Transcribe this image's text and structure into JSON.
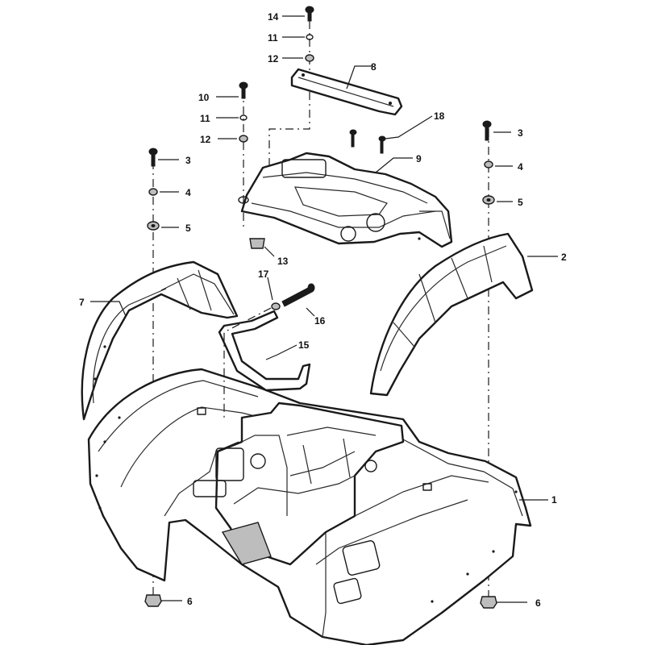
{
  "callouts": {
    "c1": "1",
    "c2": "2",
    "c3a": "3",
    "c3b": "3",
    "c4a": "4",
    "c4b": "4",
    "c5a": "5",
    "c5b": "5",
    "c6a": "6",
    "c6b": "6",
    "c7": "7",
    "c8": "8",
    "c9": "9",
    "c10": "10",
    "c11a": "11",
    "c11b": "11",
    "c12a": "12",
    "c12b": "12",
    "c13": "13",
    "c14": "14",
    "c15": "15",
    "c16": "16",
    "c17": "17",
    "c18": "18"
  },
  "colors": {
    "line": "#1a1a1a",
    "background": "#ffffff"
  }
}
